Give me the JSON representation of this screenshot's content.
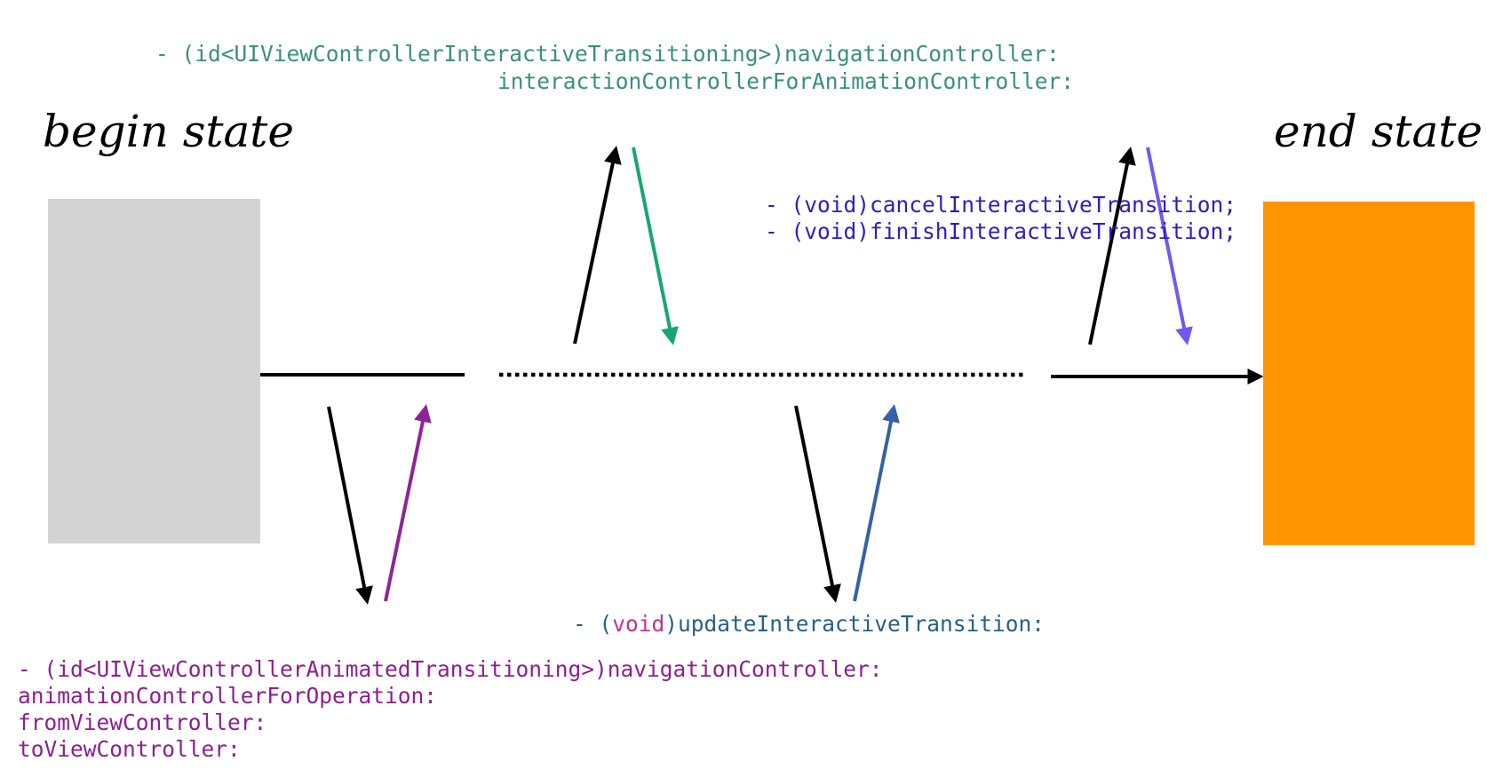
{
  "titles": {
    "begin": "begin state",
    "end": "end state"
  },
  "labels": {
    "interaction_controller": {
      "line1": "- (id<UIViewControllerInteractiveTransitioning>)navigationController:",
      "line2": "interactionControllerForAnimationController:"
    },
    "cancel_finish": {
      "line1": "- (void)cancelInteractiveTransition;",
      "line2": "- (void)finishInteractiveTransition;"
    },
    "update": {
      "prefix": "- (",
      "keyword": "void",
      "suffix": ")updateInteractiveTransition:"
    },
    "animation_controller": {
      "line1": "- (id<UIViewControllerAnimatedTransitioning>)navigationController:",
      "line2": "animationControllerForOperation:",
      "line3": "fromViewController:",
      "line4": "toViewController:"
    }
  },
  "colors": {
    "begin_box": "#d3d3d3",
    "end_box": "#ff9500",
    "timeline": "#000000",
    "interaction_label": "#3a8f80",
    "interaction_return_arrow": "#17a578",
    "cancel_finish_label": "#2d1ec2",
    "cancel_finish_return_arrow": "#7457ef",
    "update_label": "#2a5f86",
    "update_keyword": "#c2329a",
    "update_return_arrow": "#3461a8",
    "animation_label": "#8e1f8e",
    "animation_return_arrow": "#8c2496"
  }
}
